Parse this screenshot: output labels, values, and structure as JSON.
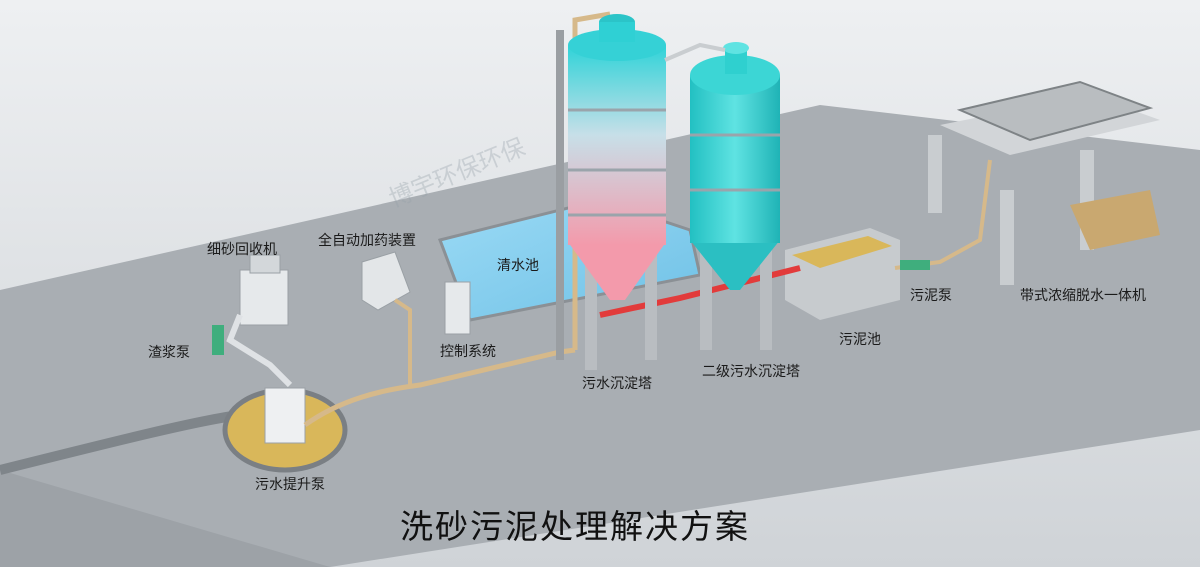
{
  "title": "洗砂污泥处理解决方案",
  "watermark": "博宇环保环保",
  "colors": {
    "ground": "#a7acb1",
    "clear_pool": "#8fd3f2",
    "tower_top": "#35d1d6",
    "tower_bottom": "#f3a3b2",
    "tower2": "#2fd0cf",
    "sludge": "#d9b75a",
    "pipe_red": "#e23b3b",
    "pipe_tan": "#d6b98a"
  },
  "labels": {
    "sand_recovery": "细砂回收机",
    "auto_dosing": "全自动加药装置",
    "clear_pool": "清水池",
    "slurry_pump": "渣浆泵",
    "control_system": "控制系统",
    "sewage_tower": "污水沉淀塔",
    "secondary_tower": "二级污水沉淀塔",
    "sludge_pool": "污泥池",
    "sludge_pump": "污泥泵",
    "belt_dewater": "带式浓缩脱水一体机",
    "lift_pump": "污水提升泵"
  }
}
